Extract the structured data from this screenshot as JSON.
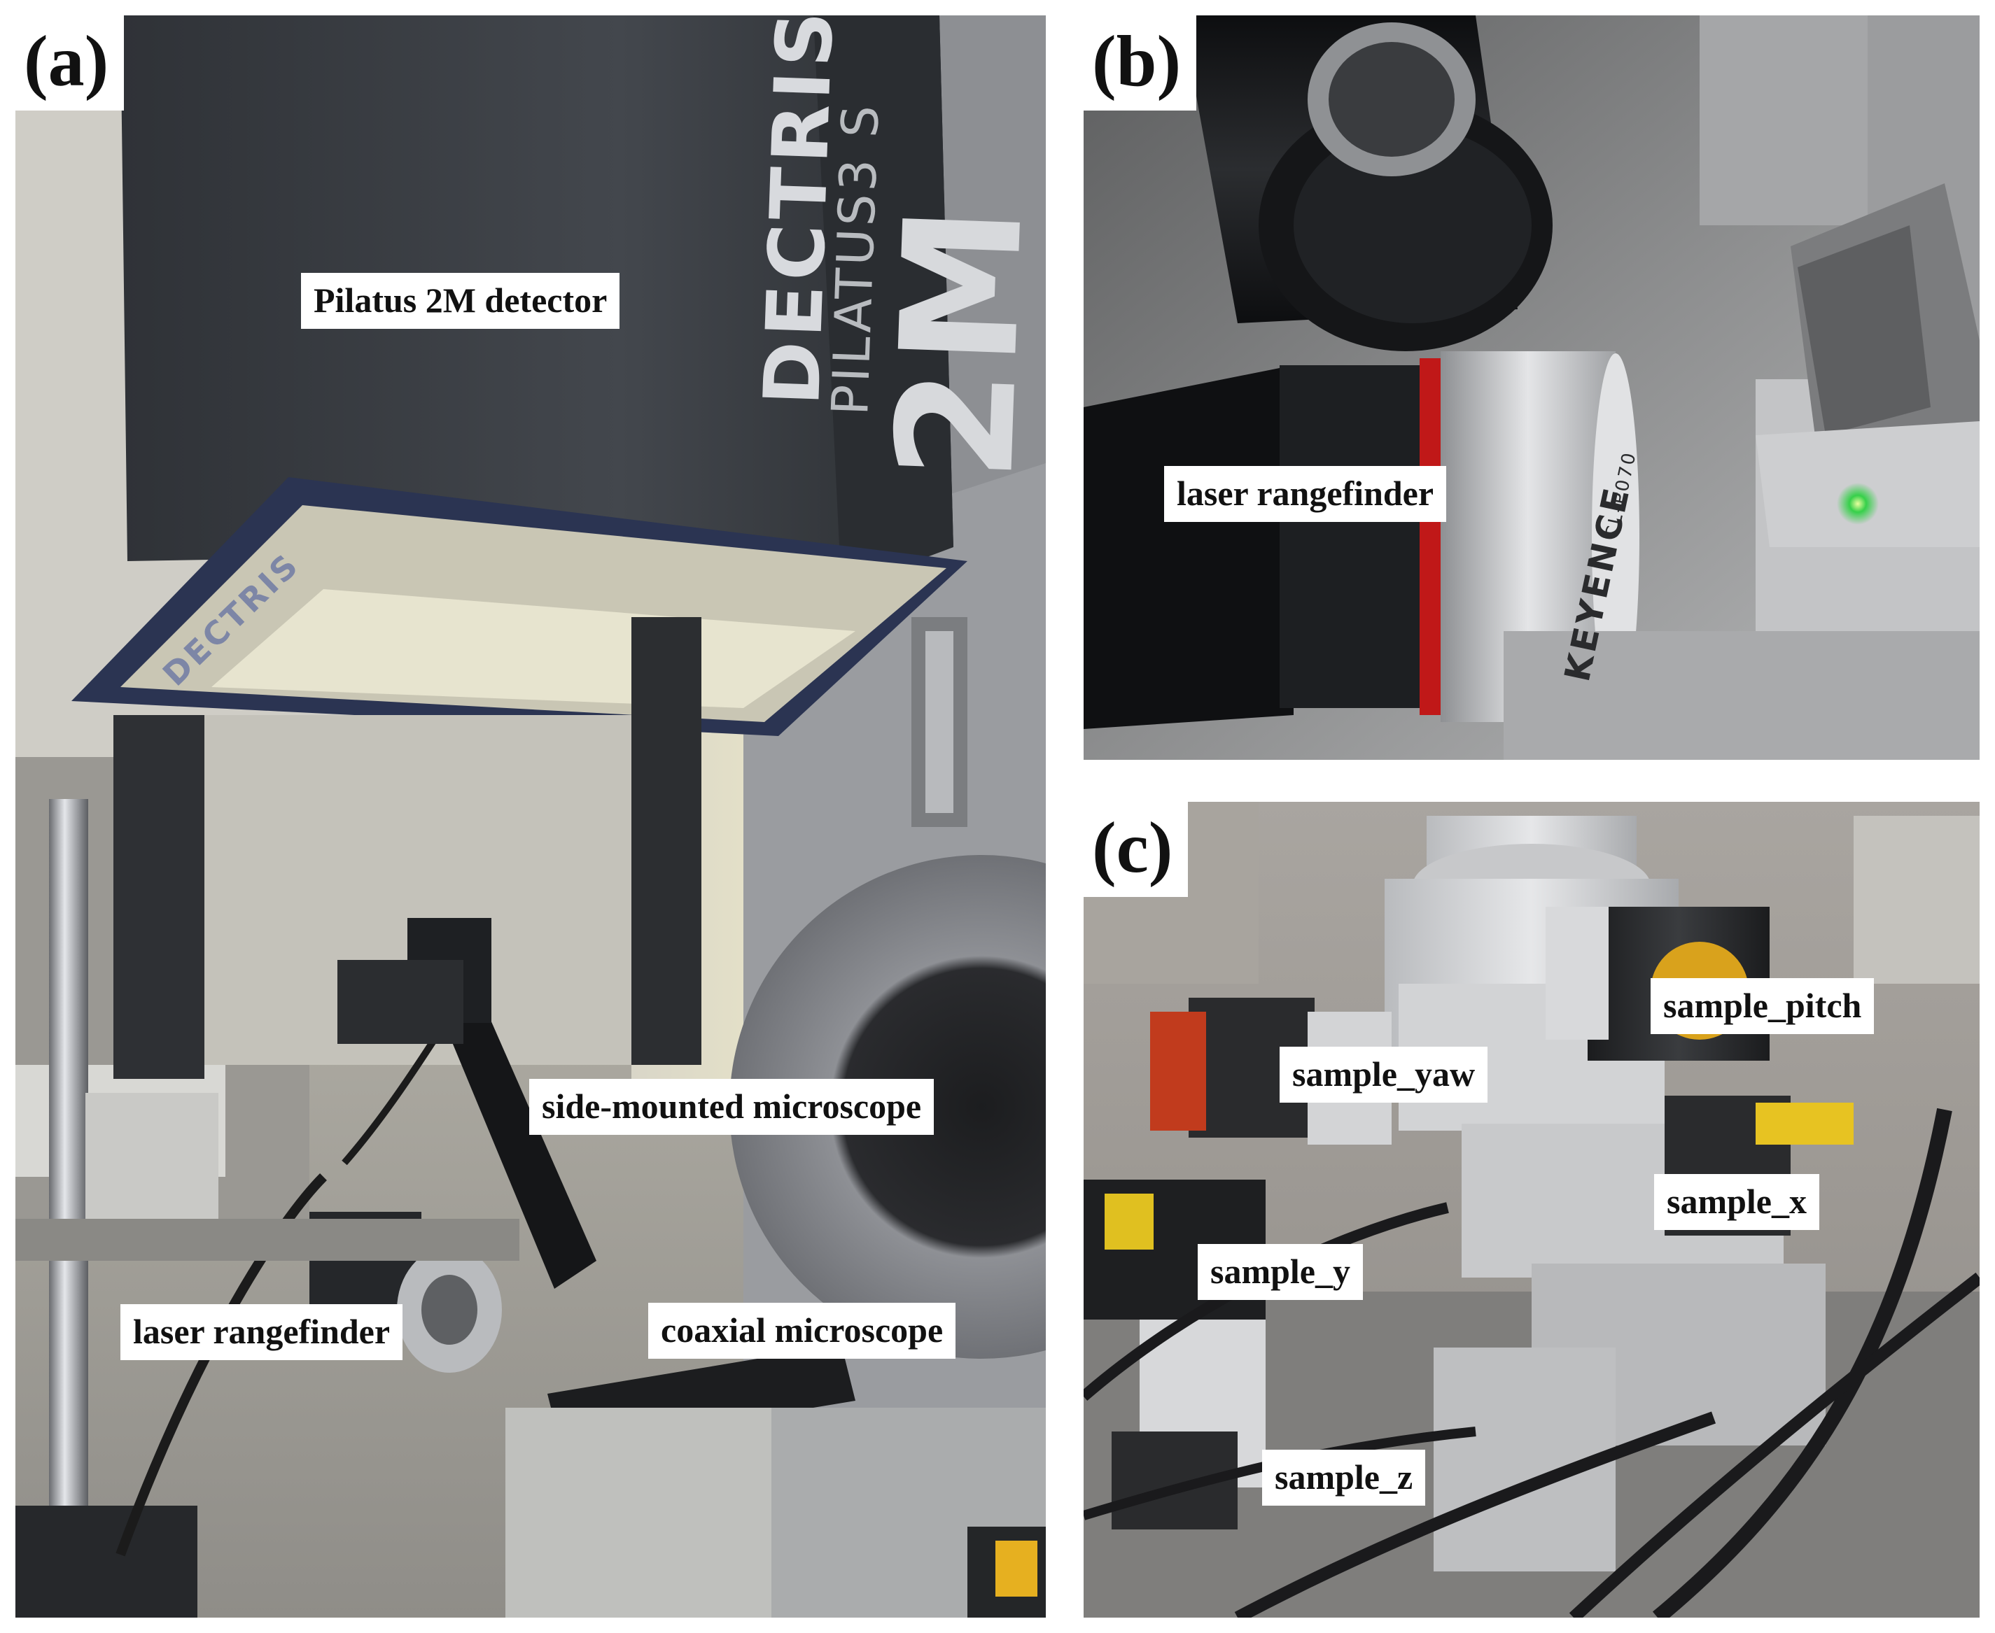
{
  "panels": {
    "a": {
      "letter": "(a)",
      "labels": {
        "detector": "Pilatus 2M detector",
        "side_microscope": "side-mounted microscope",
        "laser_rangefinder": "laser rangefinder",
        "coaxial_microscope": "coaxial microscope"
      },
      "device_markings": {
        "brand": "DECTRIS",
        "model": "PILATUS3 S",
        "size": "2M",
        "frame_brand": "DECTRIS"
      }
    },
    "b": {
      "letter": "(b)",
      "labels": {
        "laser_rangefinder": "laser rangefinder"
      },
      "device_markings": {
        "brand": "KEYENCE",
        "model": "CL-P070"
      }
    },
    "c": {
      "letter": "(c)",
      "labels": {
        "sample_pitch": "sample_pitch",
        "sample_yaw": "sample_yaw",
        "sample_x": "sample_x",
        "sample_y": "sample_y",
        "sample_z": "sample_z"
      }
    }
  },
  "colors": {
    "label_background": "#ffffff",
    "label_text": "#111111",
    "detector_body": "#3a3d42",
    "detector_frame": "#2a3350",
    "rangefinder_ring": "#d01c1c",
    "laser_spot": "#36d04a"
  }
}
